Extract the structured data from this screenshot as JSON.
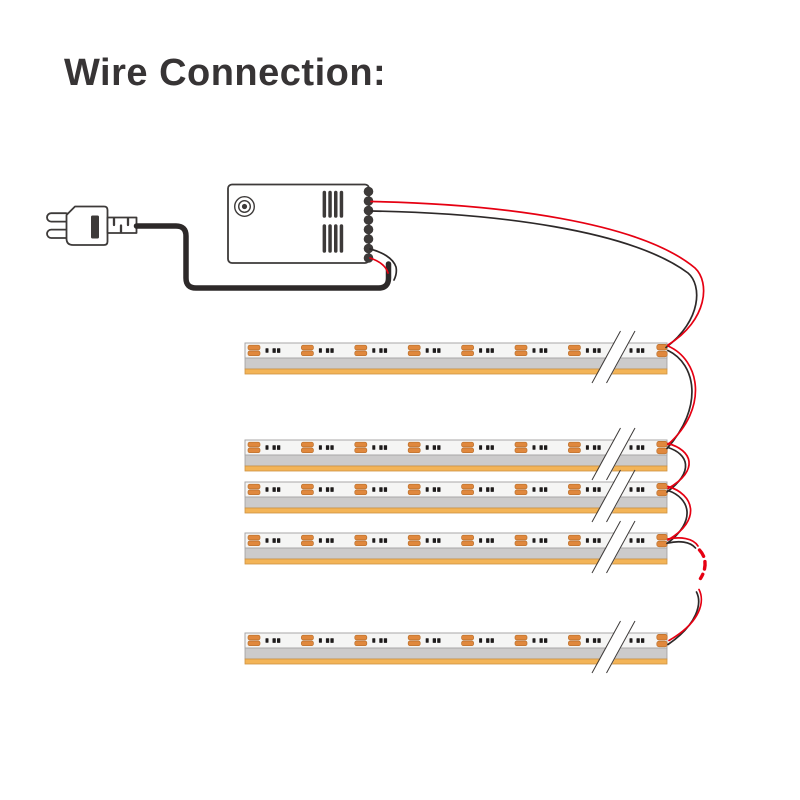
{
  "title": "Wire Connection:",
  "colors": {
    "title_text": "#373435",
    "outline": "#3d3a39",
    "wire_red": "#e60012",
    "wire_black": "#2d2929",
    "strip_top": "#f5f5f4",
    "strip_top_border": "#a9a7a7",
    "strip_gray": "#cccbcb",
    "strip_gray_border": "#9e9c9c",
    "strip_yellow": "#f3b457",
    "strip_yellow_border": "#cd9242",
    "pad_orange": "#e0883d",
    "pad_orange_border": "#b96f2c",
    "led_dot": "#1e1b1b"
  },
  "components": {
    "plug": "power-plug",
    "adapter": "power-adapter-controller",
    "strip": "led-strip",
    "strip_count": 5,
    "adapter_terminal_count": 8,
    "vent_slot_groups": 2,
    "vent_slots_per_group": 4,
    "led_modules_per_strip": 7,
    "continuation": "dashed-red-wire"
  }
}
